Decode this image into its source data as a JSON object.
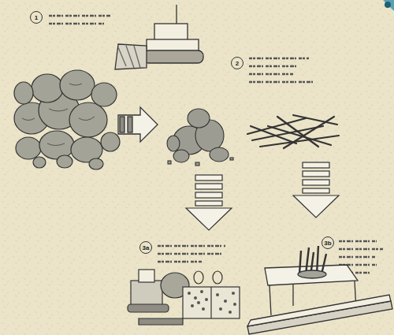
{
  "diagram": {
    "labels": [
      "1",
      "2",
      "3a",
      "3b"
    ]
  }
}
